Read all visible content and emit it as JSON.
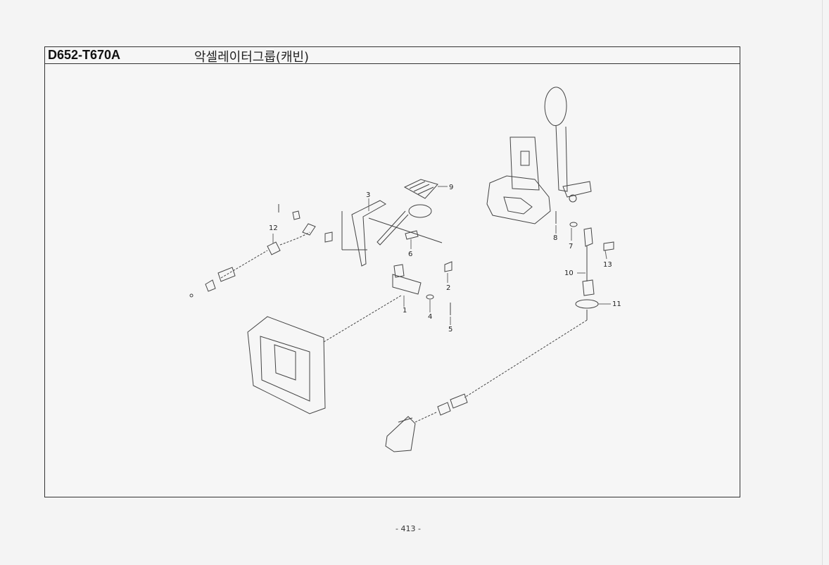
{
  "header": {
    "model_code": "D652-T670A",
    "group_title": "악셀레이터그룹(캐빈)"
  },
  "callouts": [
    "1",
    "2",
    "3",
    "4",
    "5",
    "6",
    "7",
    "8",
    "9",
    "10",
    "11",
    "12",
    "13"
  ],
  "footer": {
    "page_number": "- 413 -"
  }
}
